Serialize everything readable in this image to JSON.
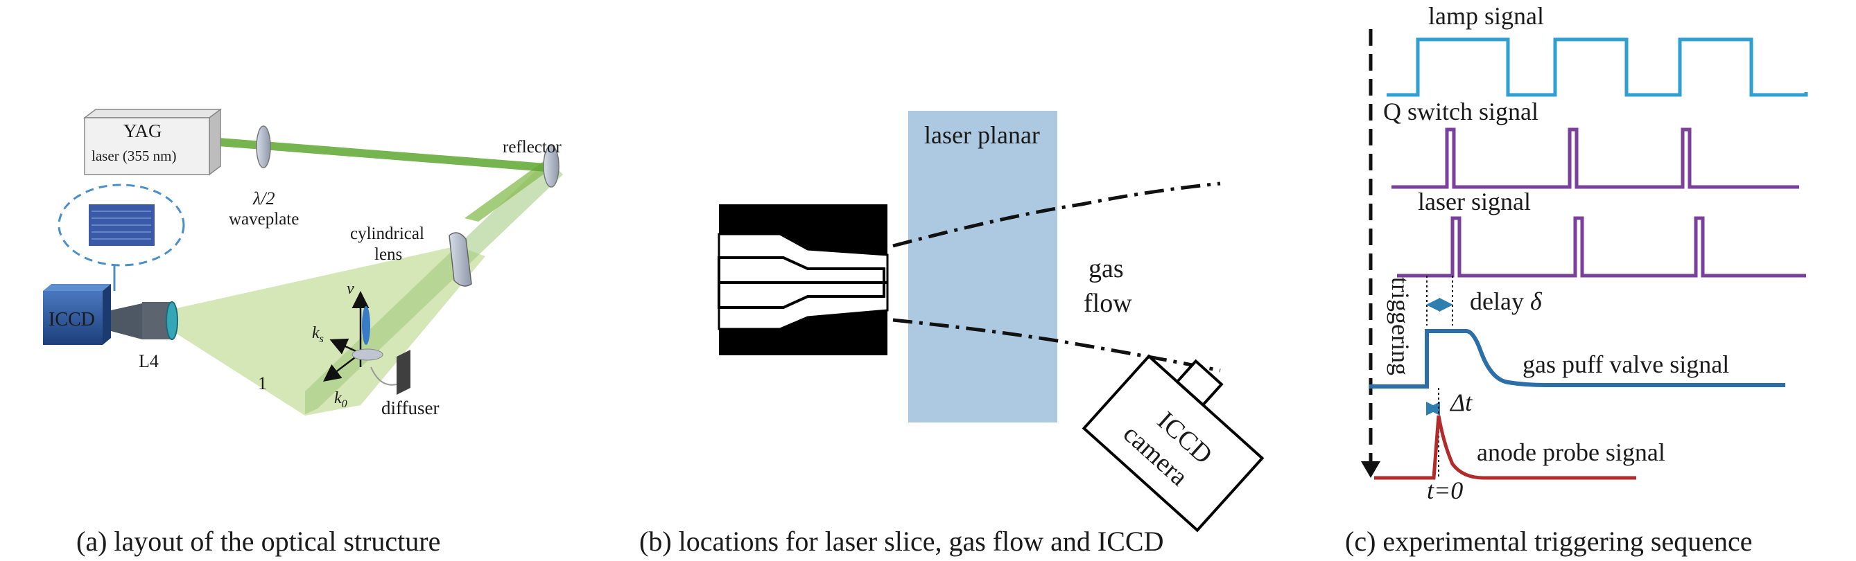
{
  "panel_a": {
    "caption": "(a) layout of the optical structure",
    "yag_label": "YAG",
    "laser_label": "laser (355 nm)",
    "waveplate_symbol": "λ/2",
    "waveplate_label": "waveplate",
    "reflector_label": "reflector",
    "cyl_lens_line1": "cylindrical",
    "cyl_lens_line2": "lens",
    "iccd_label": "ICCD",
    "lens_label": "L4",
    "v_label": "v",
    "ks_label": "k",
    "ks_sub": "s",
    "k0_label": "k",
    "k0_sub": "0",
    "one_label": "1",
    "diffuser_label": "diffuser"
  },
  "panel_b": {
    "caption": "(b) locations for laser slice, gas flow and ICCD",
    "laser_planar_label": "laser planar",
    "gas_label": "gas",
    "flow_label": "flow",
    "camera_line1": "ICCD",
    "camera_line2": "camera"
  },
  "panel_c": {
    "caption": "(c) experimental triggering sequence",
    "lamp_label": "lamp signal",
    "qswitch_label": "Q switch signal",
    "laser_label": "laser signal",
    "triggering_label": "triggering",
    "delay_label": "delay",
    "delay_symbol": "δ",
    "gas_puff_label": "gas puff valve signal",
    "dt_label": "Δt",
    "anode_label": "anode probe signal",
    "t0_label": "t=0",
    "colors": {
      "lamp": "#2e9fd0",
      "qswitch": "#7b3f9e",
      "laser": "#7b3f9e",
      "gaspuff": "#2c6ea8",
      "anode": "#b22a2a",
      "delay_arrow": "#2e7fb0"
    }
  }
}
